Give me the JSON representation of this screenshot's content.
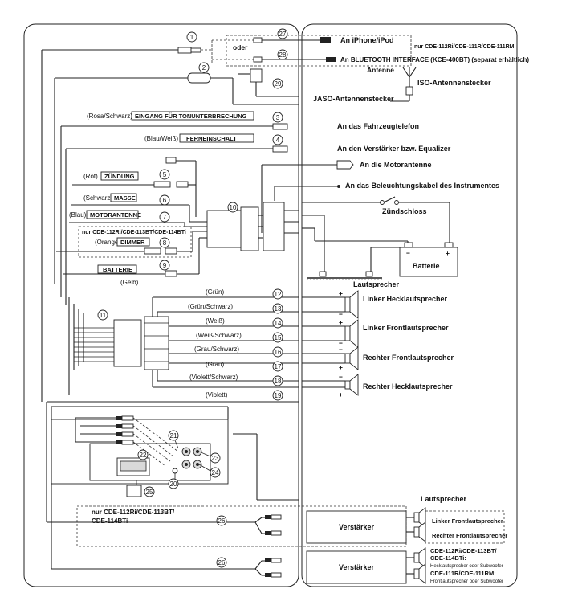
{
  "numbers": [
    "1",
    "2",
    "3",
    "4",
    "5",
    "6",
    "7",
    "8",
    "9",
    "10",
    "11",
    "12",
    "13",
    "14",
    "15",
    "16",
    "17",
    "18",
    "19",
    "20",
    "21",
    "22",
    "23",
    "24",
    "25",
    "26",
    "26",
    "27",
    "28",
    "29"
  ],
  "top": {
    "oder": "oder",
    "iphone": "An iPhone/iPod",
    "bluetooth": "An BLUETOOTH INTERFACE (KCE-400BT) (separat erhältlich)",
    "only_models": "nur CDE-112Ri/CDE-111R/CDE-111RM",
    "antenne": "Antenne",
    "iso": "ISO-Antennenstecker",
    "jaso": "JASO-Antennenstecker"
  },
  "inputs": {
    "rosa_color": "(Rosa/Schwarz)",
    "rosa_label": "EINGANG FÜR TONUNTERBRECHUNG",
    "telefon": "An das Fahrzeugtelefon",
    "blau_weiss_color": "(Blau/Weiß)",
    "fernein_label": "FERNEINSCHALT",
    "verstaerker": "An den Verstärker bzw. Equalizer",
    "motorantenne_dest": "An die Motorantenne",
    "beleuchtung": "An das Beleuchtungskabel des Instrumentes",
    "rot_color": "(Rot)",
    "zuendung_label": "ZÜNDUNG",
    "schwarz_color": "(Schwarz)",
    "masse_label": "MASSE",
    "blau_color": "(Blau)",
    "motor_label": "MOTORANTENNE",
    "nur_models": "nur CDE-112Ri/CDE-113BT/CDE-114BTi",
    "orange_color": "(Orange)",
    "dimmer_label": "DIMMER",
    "batterie_label": "BATTERIE",
    "gelb_color": "(Gelb)",
    "zuendschloss": "Zündschloss",
    "batterie_box": "Batterie"
  },
  "speakers": {
    "header": "Lautsprecher",
    "gruen": "(Grün)",
    "gruen_schwarz": "(Grün/Schwarz)",
    "weiss": "(Weiß)",
    "weiss_schwarz": "(Weiß/Schwarz)",
    "grau_schwarz": "(Grau/Schwarz)",
    "grau": "(Grau)",
    "violett_schwarz": "(Violett/Schwarz)",
    "violett": "(Violett)",
    "links_heck": "Linker Hecklautsprecher",
    "links_front": "Linker Frontlautsprecher",
    "rechts_front": "Rechter Frontlautsprecher",
    "rechts_heck": "Rechter Hecklautsprecher"
  },
  "amps": {
    "header": "Lautsprecher",
    "nur_models_l1": "nur CDE-112Ri/CDE-113BT/",
    "nur_models_l2": "CDE-114BTi",
    "verstaerker1": "Verstärker",
    "links_front": "Linker Frontlautsprecher",
    "rechts_front": "Rechter Frontlautsprecher",
    "verstaerker2": "Verstärker",
    "models_a": "CDE-112Ri/CDE-113BT/",
    "models_b": "CDE-114BTi:",
    "models_c": "Hecklautsprecher oder Subwoofer",
    "models_d": "CDE-111R/CDE-111RM:",
    "models_e": "Frontlautsprecher oder Subwoofer"
  }
}
